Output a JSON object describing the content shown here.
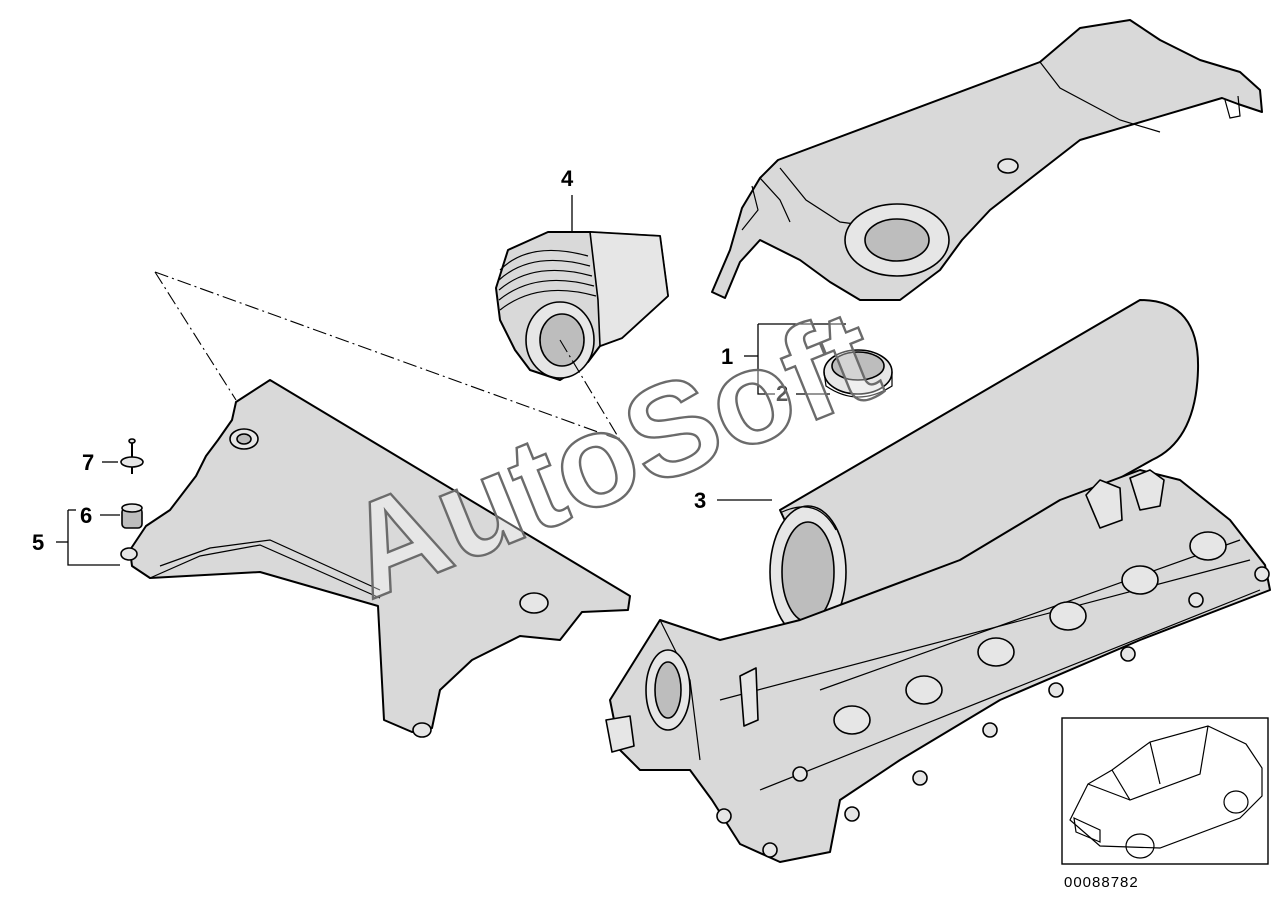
{
  "callouts": [
    {
      "id": "1",
      "text": "1"
    },
    {
      "id": "2",
      "text": "2"
    },
    {
      "id": "3",
      "text": "3"
    },
    {
      "id": "4",
      "text": "4"
    },
    {
      "id": "5",
      "text": "5"
    },
    {
      "id": "6",
      "text": "6"
    },
    {
      "id": "7",
      "text": "7"
    }
  ],
  "watermark": "AutoSoft",
  "reference_code": "00088782",
  "colors": {
    "line": "#000000",
    "part_fill": "#d9d9d9",
    "background": "#ffffff",
    "watermark_stroke": "#6b6b6b"
  }
}
